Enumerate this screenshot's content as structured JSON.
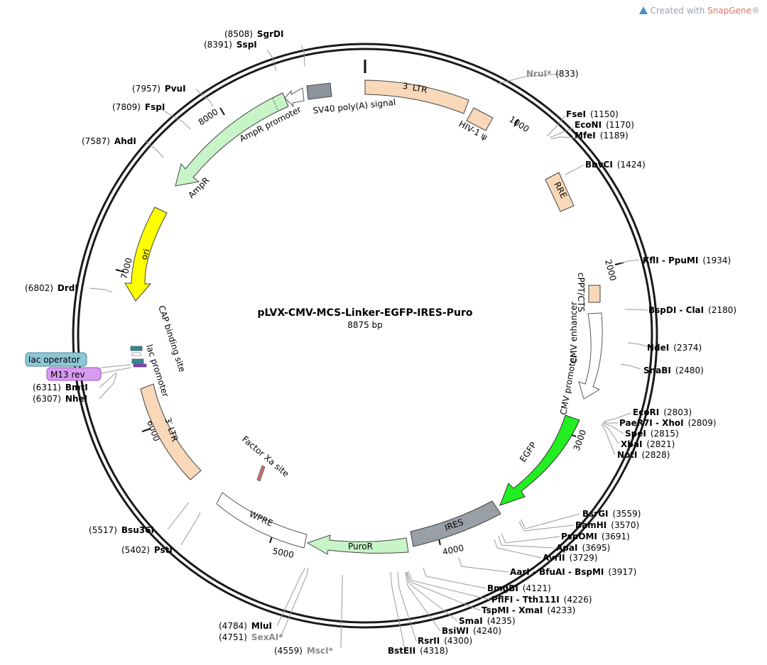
{
  "credit": {
    "prefix": "Created with ",
    "brand": "SnapGene",
    "suffix": "®"
  },
  "plasmid": {
    "name": "pLVX-CMV-MCS-Linker-EGFP-IRES-Puro",
    "size": "8875 bp"
  },
  "ticks": [
    "1000",
    "2000",
    "3000",
    "4000",
    "5000",
    "6000",
    "7000",
    "8000"
  ],
  "features": [
    {
      "id": "ltr5",
      "label": "3′ LTR"
    },
    {
      "id": "hiv",
      "label": "HIV-1 ψ"
    },
    {
      "id": "rre",
      "label": "RRE"
    },
    {
      "id": "cppt",
      "label": "cPPT/CTS"
    },
    {
      "id": "cmvenh",
      "label": "CMV enhancer"
    },
    {
      "id": "cmvpro",
      "label": "CMV promoter"
    },
    {
      "id": "egfp",
      "label": "EGFP"
    },
    {
      "id": "ires",
      "label": "IRES"
    },
    {
      "id": "puror",
      "label": "PuroR"
    },
    {
      "id": "wpre",
      "label": "WPRE"
    },
    {
      "id": "factorxa",
      "label": "Factor Xa site"
    },
    {
      "id": "ltr3",
      "label": "3′ LTR"
    },
    {
      "id": "lacpro",
      "label": "lac promoter"
    },
    {
      "id": "cap",
      "label": "CAP binding site"
    },
    {
      "id": "ori",
      "label": "ori"
    },
    {
      "id": "ampr",
      "label": "AmpR"
    },
    {
      "id": "amprpro",
      "label": "AmpR promoter"
    },
    {
      "id": "sv40",
      "label": "SV40 poly(A) signal"
    }
  ],
  "boxed": [
    {
      "id": "lacop",
      "label": "lac operator",
      "color": "#8fc7d6"
    },
    {
      "id": "m13",
      "label": "M13 rev",
      "color": "#d79bf0"
    }
  ],
  "sites": [
    {
      "id": "s8508",
      "pos": "(8508)",
      "name": "SgrDI",
      "grey": false
    },
    {
      "id": "s8391",
      "pos": "(8391)",
      "name": "SspI",
      "grey": false
    },
    {
      "id": "s7957",
      "pos": "(7957)",
      "name": "PvuI",
      "grey": false
    },
    {
      "id": "s7809",
      "pos": "(7809)",
      "name": "FspI",
      "grey": false
    },
    {
      "id": "s7587",
      "pos": "(7587)",
      "name": "AhdI",
      "grey": false
    },
    {
      "id": "s6802",
      "pos": "(6802)",
      "name": "DrdI",
      "grey": false
    },
    {
      "id": "s6311",
      "pos": "(6311)",
      "name": "BmtI",
      "grey": false
    },
    {
      "id": "s6307",
      "pos": "(6307)",
      "name": "NheI",
      "grey": false
    },
    {
      "id": "s5517",
      "pos": "(5517)",
      "name": "Bsu36I",
      "grey": false
    },
    {
      "id": "s5402",
      "pos": "(5402)",
      "name": "PstI",
      "grey": false
    },
    {
      "id": "s4784",
      "pos": "(4784)",
      "name": "MluI",
      "grey": false
    },
    {
      "id": "s4751",
      "pos": "(4751)",
      "name": "SexAI*",
      "grey": true
    },
    {
      "id": "s4559",
      "pos": "(4559)",
      "name": "MscI*",
      "grey": true
    },
    {
      "id": "s833",
      "name": "NruI*",
      "pos": "(833)",
      "grey": true
    },
    {
      "id": "s1150",
      "name": "FseI",
      "pos": "(1150)",
      "grey": false
    },
    {
      "id": "s1170",
      "name": "EcoNI",
      "pos": "(1170)",
      "grey": false
    },
    {
      "id": "s1189",
      "name": "MfeI",
      "pos": "(1189)",
      "grey": false
    },
    {
      "id": "s1424",
      "name": "BbvCI",
      "pos": "(1424)",
      "grey": false
    },
    {
      "id": "s1934",
      "name": "KflI - PpuMI",
      "pos": "(1934)",
      "grey": false
    },
    {
      "id": "s2180",
      "name": "BspDI - ClaI",
      "pos": "(2180)",
      "grey": false
    },
    {
      "id": "s2374",
      "name": "NdeI",
      "pos": "(2374)",
      "grey": false
    },
    {
      "id": "s2480",
      "name": "SnaBI",
      "pos": "(2480)",
      "grey": false
    },
    {
      "id": "s2803",
      "name": "EcoRI",
      "pos": "(2803)",
      "grey": false
    },
    {
      "id": "s2809",
      "name": "PaeR7I - XhoI",
      "pos": "(2809)",
      "grey": false
    },
    {
      "id": "s2815",
      "name": "SpeI",
      "pos": "(2815)",
      "grey": false
    },
    {
      "id": "s2821",
      "name": "XbaI",
      "pos": "(2821)",
      "grey": false
    },
    {
      "id": "s2828",
      "name": "NotI",
      "pos": "(2828)",
      "grey": false
    },
    {
      "id": "s3559",
      "name": "BsrGI",
      "pos": "(3559)",
      "grey": false
    },
    {
      "id": "s3570",
      "name": "BamHI",
      "pos": "(3570)",
      "grey": false
    },
    {
      "id": "s3691",
      "name": "PspOMI",
      "pos": "(3691)",
      "grey": false
    },
    {
      "id": "s3695",
      "name": "ApaI",
      "pos": "(3695)",
      "grey": false
    },
    {
      "id": "s3729",
      "name": "AvrII",
      "pos": "(3729)",
      "grey": false
    },
    {
      "id": "s3917",
      "name": "AarI - BfuAI - BspMI",
      "pos": "(3917)",
      "grey": false
    },
    {
      "id": "s4121",
      "name": "BmgBI",
      "pos": "(4121)",
      "grey": false
    },
    {
      "id": "s4226",
      "name": "PflFI - Tth111I",
      "pos": "(4226)",
      "grey": false
    },
    {
      "id": "s4233",
      "name": "TspMI - XmaI",
      "pos": "(4233)",
      "grey": false
    },
    {
      "id": "s4235",
      "name": "SmaI",
      "pos": "(4235)",
      "grey": false
    },
    {
      "id": "s4240",
      "name": "BsiWI",
      "pos": "(4240)",
      "grey": false
    },
    {
      "id": "s4300",
      "name": "RsrII",
      "pos": "(4300)",
      "grey": false
    },
    {
      "id": "s4318",
      "name": "BstEII",
      "pos": "(4318)",
      "grey": false
    }
  ]
}
